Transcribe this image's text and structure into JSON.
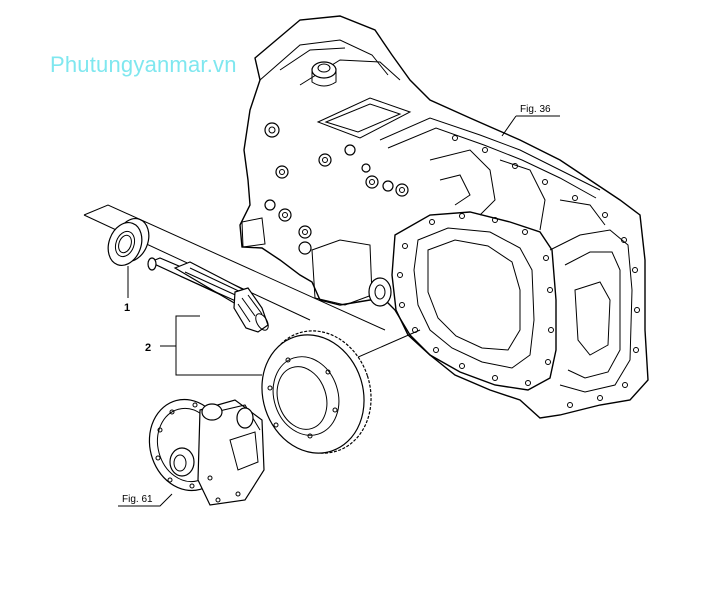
{
  "watermark": "Phutungyanmar.vn",
  "figure_refs": {
    "housing": "Fig. 36",
    "differential": "Fig. 61"
  },
  "callouts": [
    "1",
    "2"
  ]
}
